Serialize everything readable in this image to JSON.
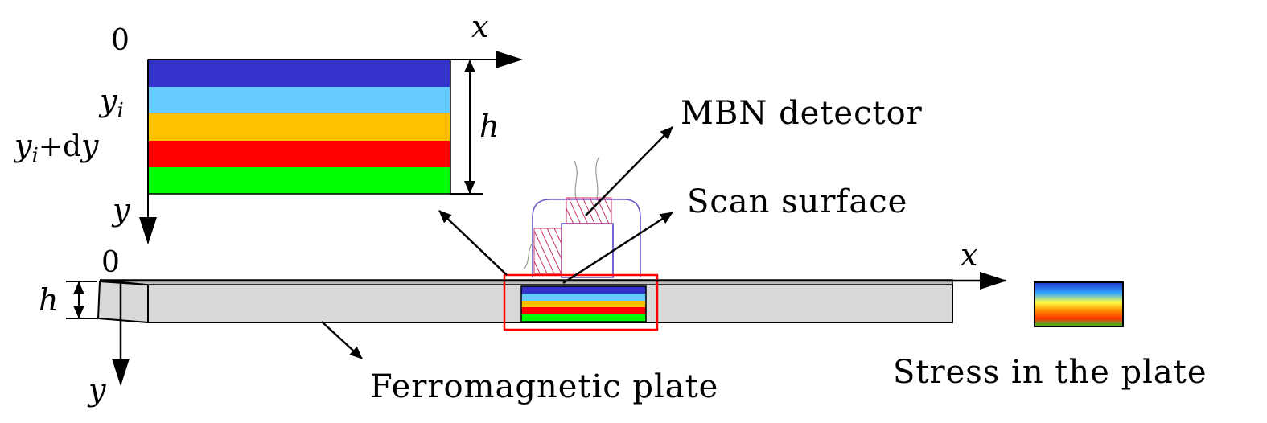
{
  "axes": {
    "x_label": "x",
    "y_label": "y",
    "origin_label": "0",
    "thickness_label": "h"
  },
  "layers": {
    "colors": [
      "#3333cc",
      "#66ccff",
      "#ffc000",
      "#ff0000",
      "#00ff00"
    ],
    "y_i_label": {
      "base": "y",
      "sub": "i"
    },
    "y_i_dy_label": {
      "base": "y",
      "sub": "i",
      "plus": "+",
      "d": "d",
      "y": "y"
    }
  },
  "labels": {
    "mbn_detector": "MBN detector",
    "scan_surface": "Scan surface",
    "ferromagnetic_plate": "Ferromagnetic plate",
    "stress_in_plate": "Stress in the plate"
  },
  "colors": {
    "plate_fill": "#d9d9d9",
    "highlight_box": "#ff0000",
    "coil": "#cc3366",
    "yoke": "#6a5acd"
  }
}
